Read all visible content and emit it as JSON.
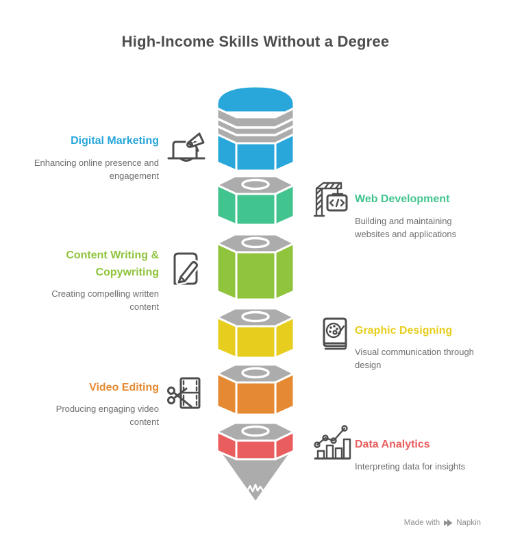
{
  "title": "High-Income Skills Without a Degree",
  "skills": [
    {
      "name": "Digital Marketing",
      "description": "Enhancing online presence and engagement",
      "color": "#29A7DB",
      "side": "left",
      "icon": "laptop-megaphone-icon"
    },
    {
      "name": "Web Development",
      "description": "Building and maintaining websites and applications",
      "color": "#41C48E",
      "side": "right",
      "icon": "crane-code-icon"
    },
    {
      "name": "Content Writing & Copywriting",
      "description": "Creating compelling written content",
      "color": "#8FC43C",
      "side": "left",
      "icon": "document-pen-icon"
    },
    {
      "name": "Graphic Designing",
      "description": "Visual communication through design",
      "color": "#E7CE1E",
      "side": "right",
      "icon": "design-book-palette-icon"
    },
    {
      "name": "Video Editing",
      "description": "Producing engaging video content",
      "color": "#E58A33",
      "side": "left",
      "icon": "film-scissors-icon"
    },
    {
      "name": "Data Analytics",
      "description": "Interpreting data for insights",
      "color": "#E95D5E",
      "side": "right",
      "icon": "bar-line-chart-icon"
    }
  ],
  "pencil": {
    "gray": "#ACACAC",
    "outline": "#FFFFFF",
    "shape": "pencil"
  },
  "footer": {
    "made_with": "Made with",
    "brand": "Napkin"
  }
}
